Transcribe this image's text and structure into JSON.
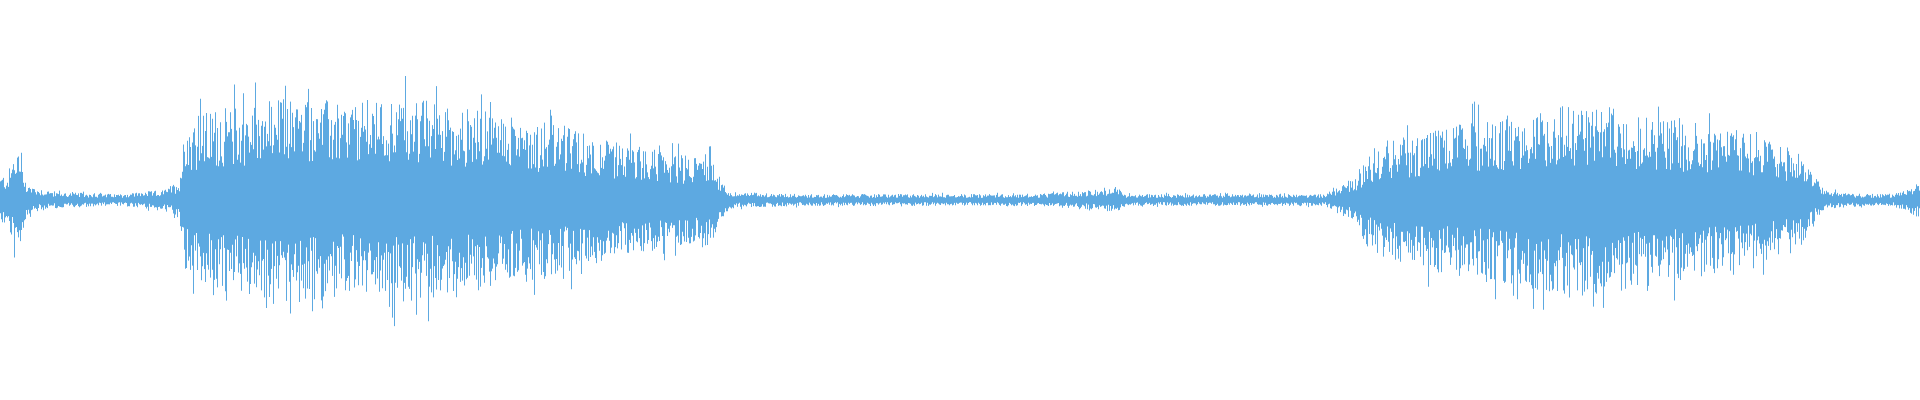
{
  "waveform": {
    "color": "#5DA9E1",
    "background": "#FFFFFF",
    "amplitude_envelope": [
      [
        0.0,
        0.12
      ],
      [
        0.004,
        0.14
      ],
      [
        0.008,
        0.26
      ],
      [
        0.011,
        0.2
      ],
      [
        0.014,
        0.08
      ],
      [
        0.02,
        0.06
      ],
      [
        0.03,
        0.04
      ],
      [
        0.06,
        0.03
      ],
      [
        0.085,
        0.05
      ],
      [
        0.093,
        0.1
      ],
      [
        0.096,
        0.36
      ],
      [
        0.102,
        0.42
      ],
      [
        0.112,
        0.46
      ],
      [
        0.125,
        0.48
      ],
      [
        0.138,
        0.5
      ],
      [
        0.15,
        0.52
      ],
      [
        0.16,
        0.52
      ],
      [
        0.172,
        0.5
      ],
      [
        0.184,
        0.48
      ],
      [
        0.196,
        0.5
      ],
      [
        0.208,
        0.52
      ],
      [
        0.22,
        0.51
      ],
      [
        0.232,
        0.48
      ],
      [
        0.244,
        0.46
      ],
      [
        0.256,
        0.44
      ],
      [
        0.268,
        0.42
      ],
      [
        0.28,
        0.4
      ],
      [
        0.292,
        0.38
      ],
      [
        0.304,
        0.34
      ],
      [
        0.316,
        0.3
      ],
      [
        0.328,
        0.28
      ],
      [
        0.34,
        0.26
      ],
      [
        0.35,
        0.24
      ],
      [
        0.36,
        0.22
      ],
      [
        0.37,
        0.28
      ],
      [
        0.375,
        0.1
      ],
      [
        0.38,
        0.04
      ],
      [
        0.42,
        0.03
      ],
      [
        0.48,
        0.03
      ],
      [
        0.54,
        0.03
      ],
      [
        0.582,
        0.06
      ],
      [
        0.586,
        0.03
      ],
      [
        0.64,
        0.03
      ],
      [
        0.69,
        0.03
      ],
      [
        0.706,
        0.12
      ],
      [
        0.712,
        0.24
      ],
      [
        0.722,
        0.3
      ],
      [
        0.734,
        0.32
      ],
      [
        0.746,
        0.36
      ],
      [
        0.758,
        0.38
      ],
      [
        0.77,
        0.4
      ],
      [
        0.782,
        0.42
      ],
      [
        0.794,
        0.44
      ],
      [
        0.806,
        0.46
      ],
      [
        0.818,
        0.48
      ],
      [
        0.83,
        0.48
      ],
      [
        0.842,
        0.46
      ],
      [
        0.854,
        0.44
      ],
      [
        0.866,
        0.42
      ],
      [
        0.878,
        0.4
      ],
      [
        0.89,
        0.38
      ],
      [
        0.902,
        0.36
      ],
      [
        0.914,
        0.32
      ],
      [
        0.926,
        0.28
      ],
      [
        0.938,
        0.24
      ],
      [
        0.945,
        0.12
      ],
      [
        0.95,
        0.05
      ],
      [
        0.97,
        0.03
      ],
      [
        0.985,
        0.03
      ],
      [
        0.994,
        0.06
      ],
      [
        1.0,
        0.1
      ]
    ]
  }
}
